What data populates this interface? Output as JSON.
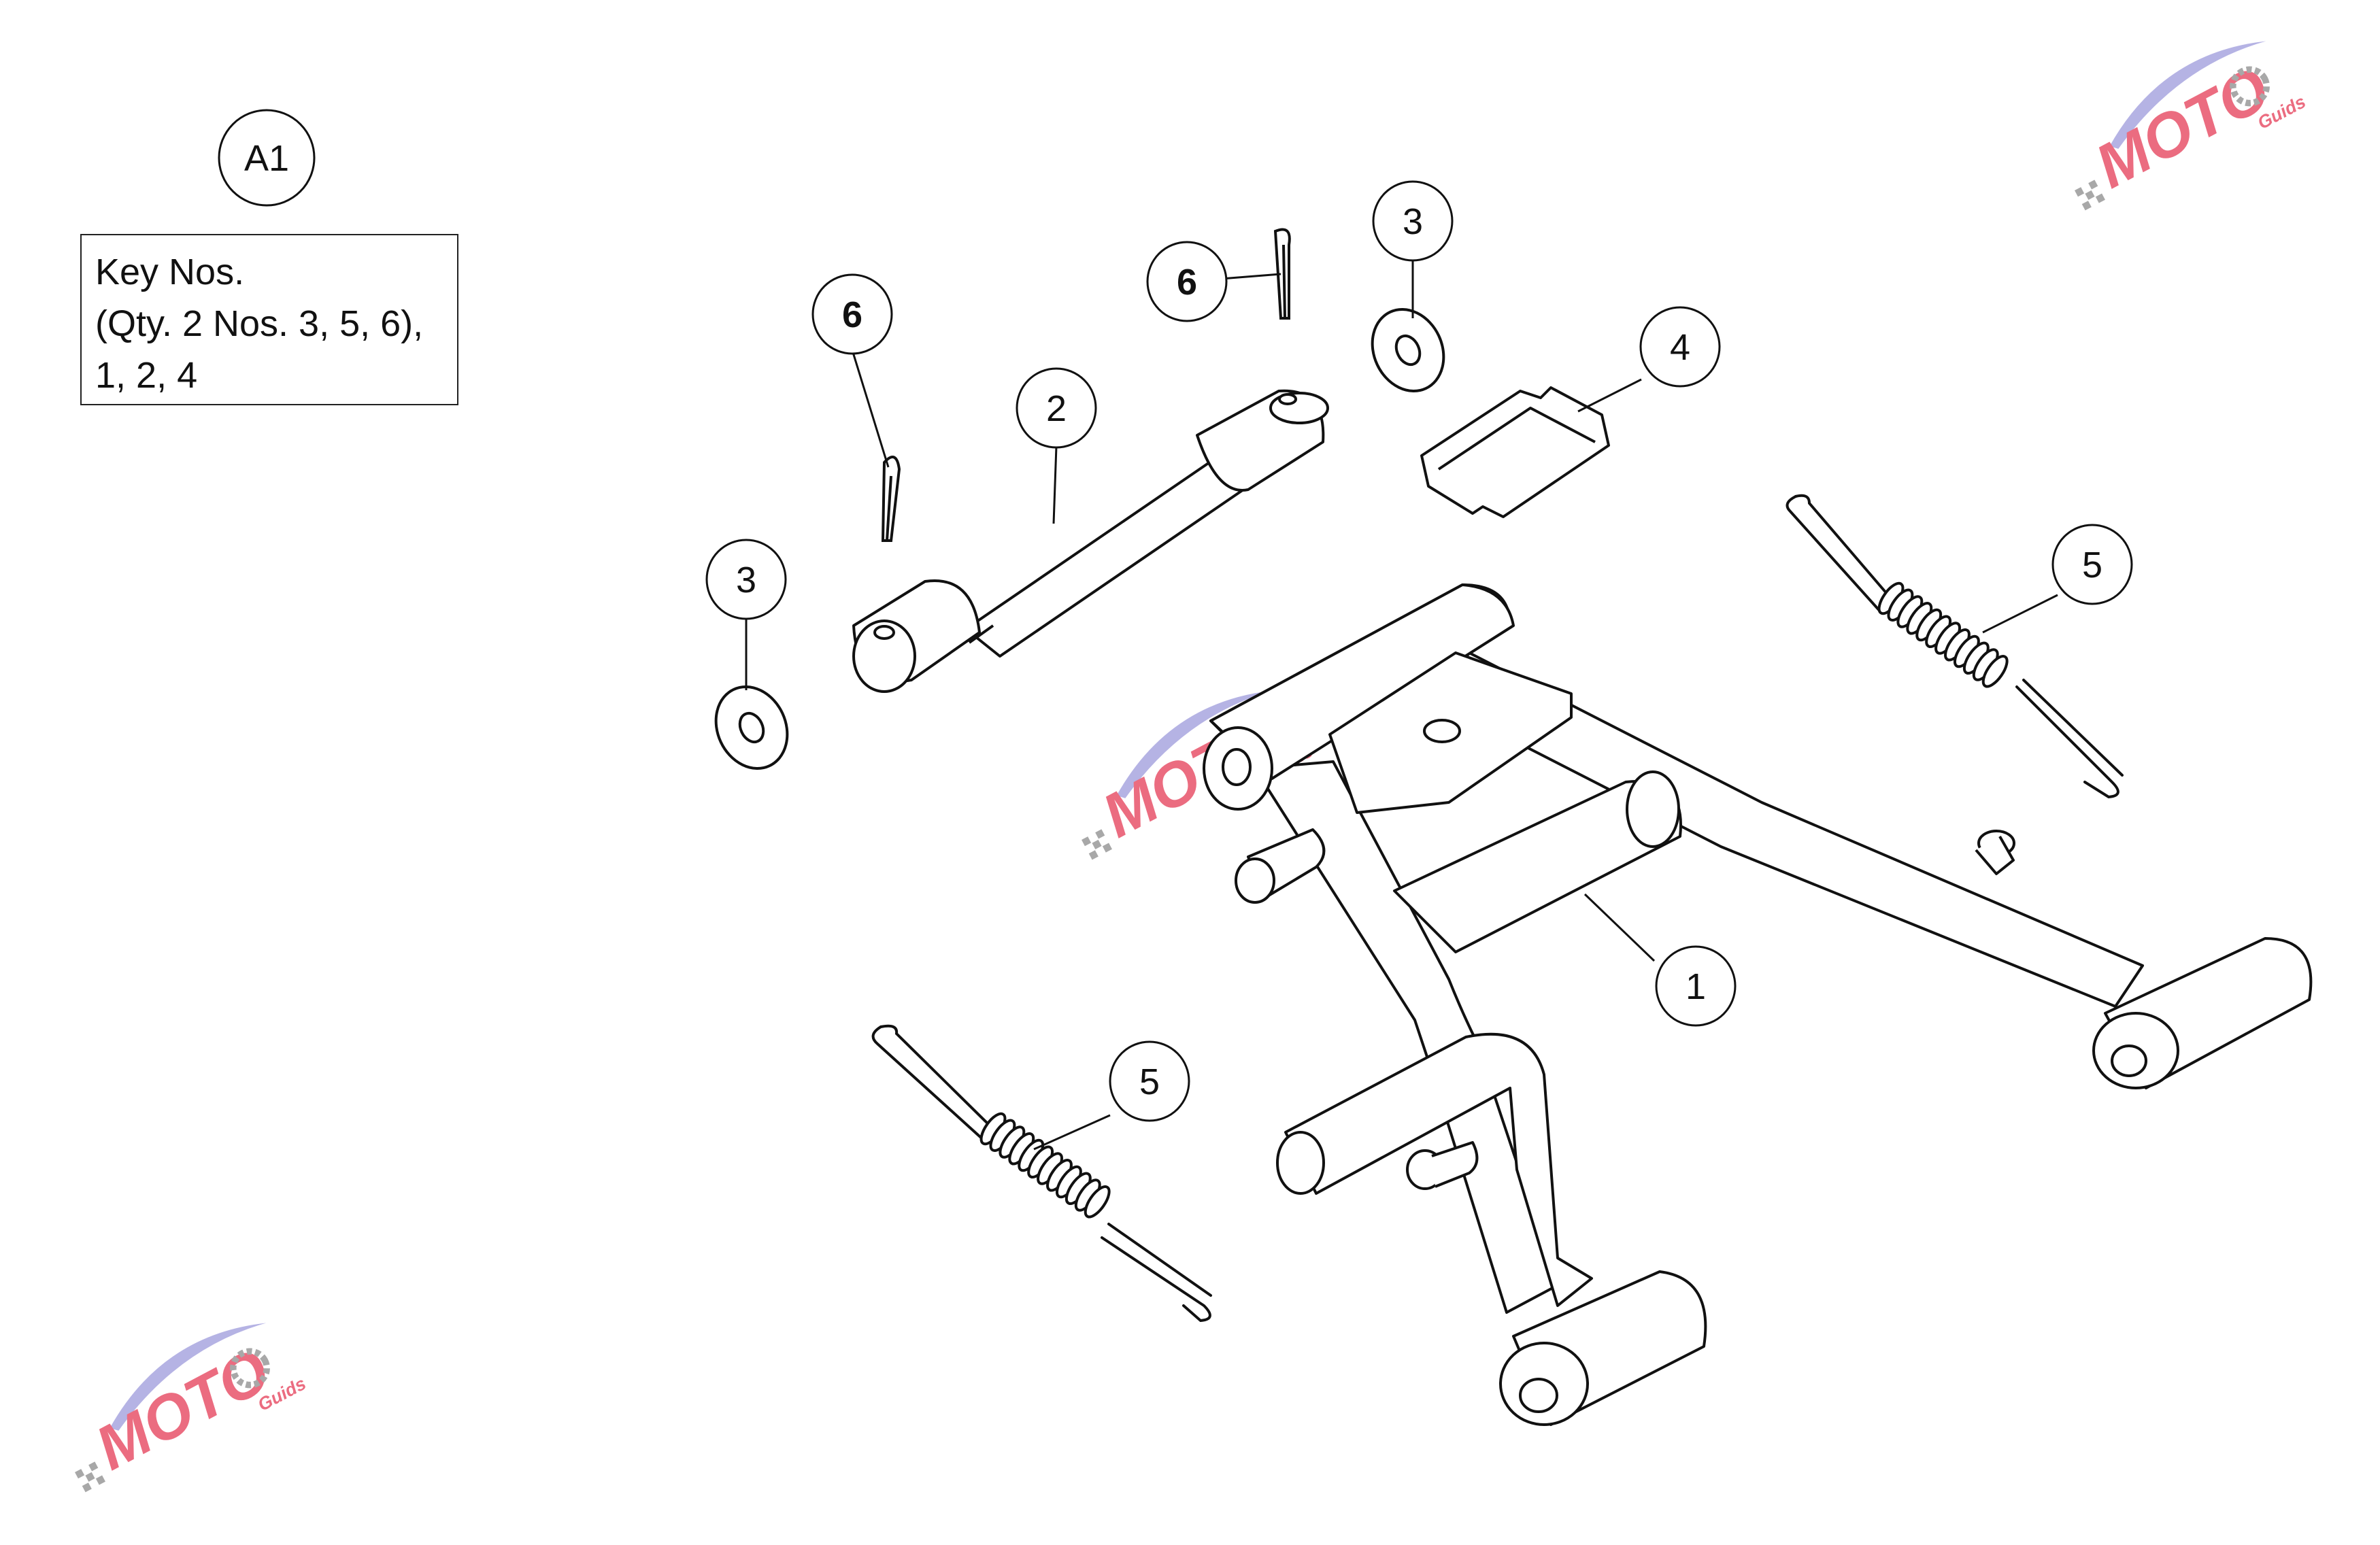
{
  "figure": {
    "id_label": "A1",
    "key_box": {
      "line1": "Key Nos.",
      "line2": "(Qty. 2 Nos. 3, 5, 6),",
      "line3": "1, 2, 4"
    }
  },
  "callouts": [
    {
      "label": "6",
      "bold": true,
      "part": "cotter-pin"
    },
    {
      "label": "6",
      "bold": true,
      "part": "cotter-pin"
    },
    {
      "label": "3",
      "bold": false,
      "part": "washer"
    },
    {
      "label": "3",
      "bold": false,
      "part": "washer"
    },
    {
      "label": "2",
      "bold": false,
      "part": "pivot-pin"
    },
    {
      "label": "4",
      "bold": false,
      "part": "stopper-plate"
    },
    {
      "label": "5",
      "bold": false,
      "part": "spring"
    },
    {
      "label": "5",
      "bold": false,
      "part": "spring"
    },
    {
      "label": "1",
      "bold": false,
      "part": "center-stand"
    }
  ],
  "watermark": {
    "brand": "MOTO",
    "sub": "Guids",
    "colors": {
      "red": "#e8536a",
      "purple": "#a9a6e0",
      "gray": "#9a9a9a"
    }
  },
  "colors": {
    "line": "#111111",
    "background": "#ffffff"
  }
}
